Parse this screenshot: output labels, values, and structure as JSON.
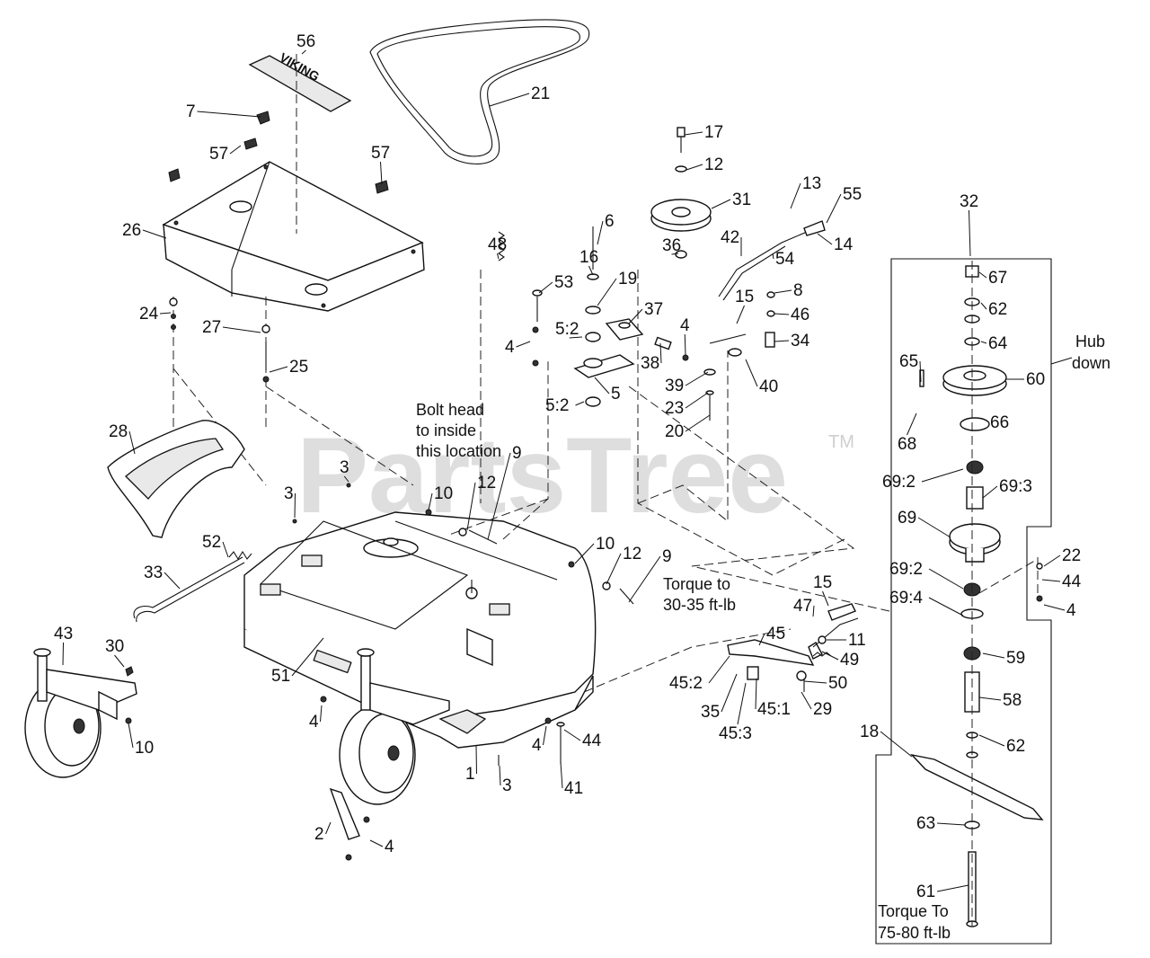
{
  "watermark": {
    "text": "PartsTree",
    "trademark": "TM"
  },
  "notes": {
    "bolt_head": [
      "Bolt head",
      "to inside",
      "this location"
    ],
    "torque_30": [
      "Torque to",
      "30-35 ft-lb"
    ],
    "torque_75": [
      "Torque To",
      "75-80 ft-lb"
    ],
    "hub_down": [
      "Hub",
      "down"
    ]
  },
  "callouts": [
    "56",
    "21",
    "7",
    "57",
    "57",
    "26",
    "24",
    "27",
    "25",
    "17",
    "12",
    "31",
    "13",
    "55",
    "6",
    "48",
    "16",
    "19",
    "36",
    "14",
    "42",
    "54",
    "53",
    "5:2",
    "37",
    "4",
    "4",
    "8",
    "46",
    "34",
    "15",
    "38",
    "5",
    "39",
    "40",
    "23",
    "20",
    "5:2",
    "32",
    "67",
    "62",
    "64",
    "65",
    "60",
    "66",
    "68",
    "69:2",
    "69:3",
    "69",
    "22",
    "44",
    "69:2",
    "69:4",
    "4",
    "59",
    "58",
    "62",
    "18",
    "63",
    "61",
    "28",
    "3",
    "3",
    "10",
    "12",
    "9",
    "52",
    "33",
    "10",
    "12",
    "9",
    "15",
    "47",
    "11",
    "49",
    "45",
    "45:2",
    "35",
    "45:3",
    "45:1",
    "50",
    "29",
    "43",
    "30",
    "10",
    "51",
    "4",
    "4",
    "44",
    "1",
    "3",
    "41",
    "2",
    "4"
  ]
}
